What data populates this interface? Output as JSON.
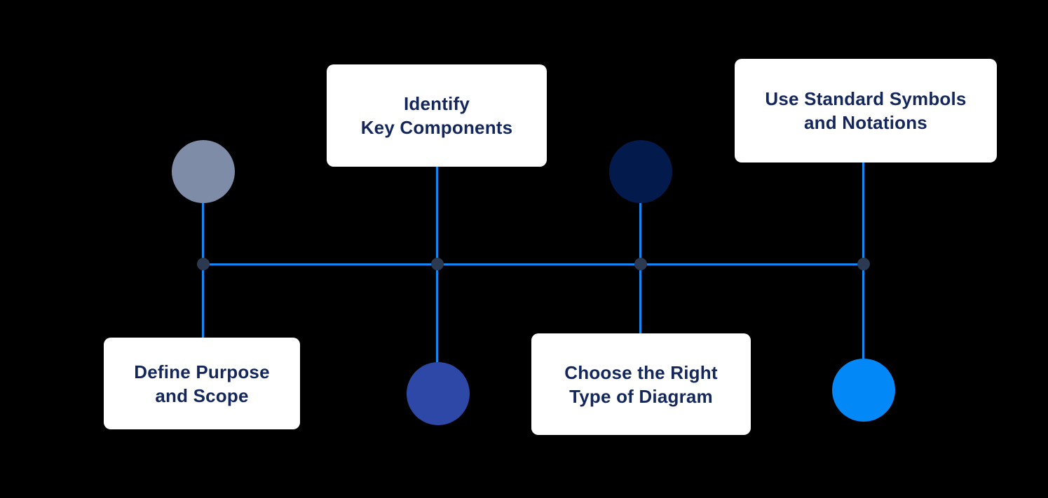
{
  "canvas": {
    "background_color": "#000000"
  },
  "timeline": {
    "line_color": "#1587F0",
    "junction_color": "#2B3A50",
    "card_background": "#FFFFFF",
    "label_text_color": "#14275C",
    "nodes": [
      {
        "id": "define-purpose-and-scope",
        "label": "Define Purpose\nand Scope",
        "circle_color": "#7E8CA8",
        "circle_position": "above-line",
        "card_position": "below-line"
      },
      {
        "id": "identify-key-components",
        "label": "Identify\nKey Components",
        "circle_color": "#2E48A8",
        "circle_position": "below-line",
        "card_position": "above-line"
      },
      {
        "id": "choose-right-diagram-type",
        "label": "Choose the Right\nType of Diagram",
        "circle_color": "#031A4C",
        "circle_position": "above-line",
        "card_position": "below-line"
      },
      {
        "id": "use-standard-symbols",
        "label": "Use Standard Symbols\nand Notations",
        "circle_color": "#0288F7",
        "circle_position": "below-line",
        "card_position": "above-line"
      }
    ]
  }
}
